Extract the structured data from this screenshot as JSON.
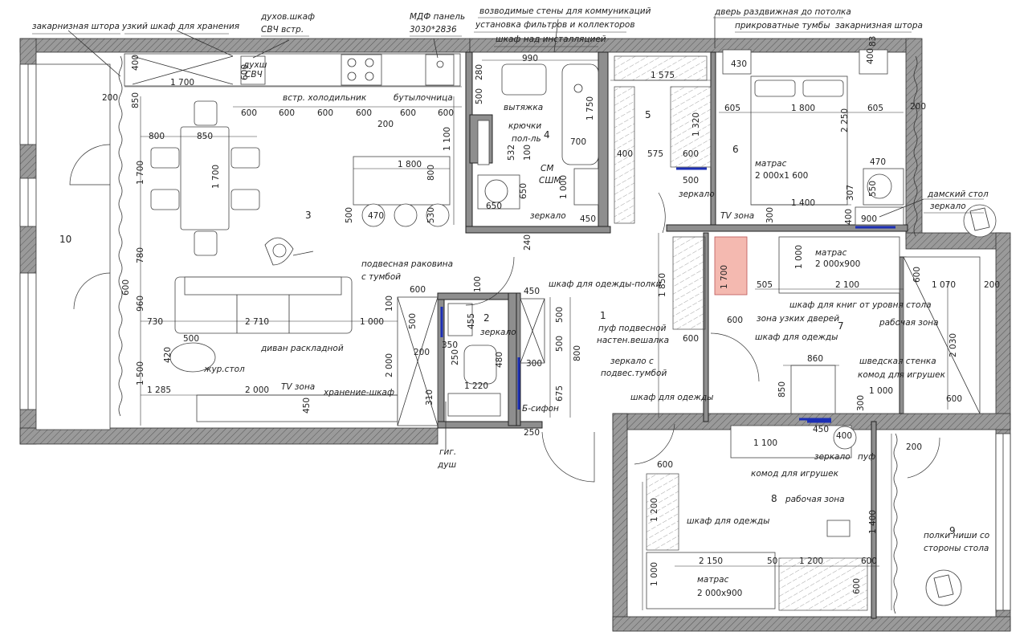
{
  "labels": {
    "curtain_left": "закарнизная штора",
    "narrow_storage": "узкий шкаф для хранения",
    "oven": "духов.шкаф",
    "oven2": "СВЧ встр.",
    "mdf": "МДФ панель",
    "mdf_size": "3030*2836",
    "walls_comm": "возводимые стены для коммуникаций",
    "filters": "установка фильтров и коллекторов",
    "cabinet_install": "шкаф над инсталляцией",
    "sliding_door": "дверь раздвижная до потолка",
    "bedside": "прикроватные тумбы",
    "curtain_right": "закарнизная штора",
    "fridge": "встр. холодильник",
    "bottle": "бутылочница",
    "hood": "вытяжка",
    "hooks": "крючки",
    "towel": "пол-ль",
    "sm": "СМ",
    "dishwasher": "СШМ",
    "mirror_bath": "зеркало",
    "mattress_master": "матрас",
    "mattress_master_size": "2 000x1 600",
    "mirror_bed": "зеркало",
    "ladies_table": "дамский стол",
    "mirror_ladies": "зеркало",
    "tv_zone_bed": "TV зона",
    "hanging_sink": "подвесная раковина",
    "hanging_sink2": "с тумбой",
    "wardrobe_shelves": "шкаф для одежды-полки",
    "mattress_7": "матрас",
    "mattress_7_size": "2 000x900",
    "book_cab": "шкаф для книг от уровня стола",
    "narrow_doors": "зона узких дверей",
    "work_zone_7": "рабочая зона",
    "wardrobe_7": "шкаф для одежды",
    "mirror_wc": "зеркало",
    "pouf": "пуф подвесной",
    "hanger": "настен.вешалка",
    "mirror_hall": "зеркало с",
    "mirror_hall2": "подвес.тумбой",
    "sofa": "диван раскладной",
    "coffee": "жур.стол",
    "tv_zone": "TV зона",
    "storage": "хранение-шкаф",
    "wardrobe_hall": "шкаф для одежды",
    "swedish": "шведская стенка",
    "toys_7": "комод для игрушек",
    "hyg1": "гиг.",
    "hyg2": "душ",
    "siphon": "Б-сифон",
    "mirror_8": "зеркало",
    "pouf_8": "пуф",
    "toys_8": "комод для игрушек",
    "work_zone_8": "рабочая зона",
    "wardrobe_8": "шкаф для одежды",
    "mattress_8": "матрас",
    "mattress_8_size": "2 000x900",
    "shelves_niche": "полки ниши со",
    "shelves_niche2": "стороны стола",
    "oven_box": "духш",
    "oven_box2": "СВЧ"
  },
  "rooms": {
    "r1": "1",
    "r2": "2",
    "r3": "3",
    "r4": "4",
    "r5": "5",
    "r6": "6",
    "r7": "7",
    "r8": "8",
    "r9": "9",
    "r10": "10"
  },
  "dims": {
    "d400": "400",
    "d600": "600",
    "d1700": "1 700",
    "d200": "200",
    "d850": "850",
    "d600a": "600",
    "d600b": "600",
    "d600c": "600",
    "d600d": "600",
    "d600e": "600",
    "d200b": "200",
    "d1100": "1 100",
    "d800": "800",
    "d850b": "850",
    "d1700b": "1 700",
    "d1700c": "1 700",
    "d1800": "1 800",
    "d800b": "800",
    "d500": "500",
    "d470": "470",
    "d530": "530",
    "d780": "780",
    "d960": "960",
    "d730": "730",
    "d2710": "2 710",
    "d1000": "1 000",
    "d500b": "500",
    "d420": "420",
    "d1500": "1 500",
    "d1285": "1 285",
    "d2000": "2 000",
    "d450": "450",
    "d990": "990",
    "d280": "280",
    "d500c": "500",
    "d1750": "1 750",
    "d532": "532",
    "d100": "100",
    "d650": "650",
    "d1000b": "1 000",
    "d240": "240",
    "d650b": "650",
    "d450b": "450",
    "d700": "700",
    "d1575": "1 575",
    "d1320": "1 320",
    "d400b": "400",
    "d575": "575",
    "d600f": "600",
    "d500d": "500",
    "d430": "430",
    "d1800b": "1 800",
    "d605": "605",
    "d605b": "605",
    "d2250": "2 250",
    "d470b": "470",
    "d307": "307",
    "d550": "550",
    "d400c": "400",
    "d900": "900",
    "d200c": "200",
    "d1400": "1 400",
    "d300": "300",
    "d83": "83",
    "d400d": "400",
    "d600g": "600",
    "d100b": "100",
    "d450c": "450",
    "d600h": "600",
    "d500e": "500",
    "d2000b": "2 000",
    "d200d": "200",
    "d455": "455",
    "d350": "350",
    "d250": "250",
    "d480": "480",
    "d1220": "1 220",
    "d310": "310",
    "d250b": "250",
    "d300b": "300",
    "d500f": "500",
    "d500g": "500",
    "d675": "675",
    "d800c": "800",
    "d1850": "1 850",
    "d600i": "600",
    "d1700d": "1 700",
    "d505": "505",
    "d1000c": "1 000",
    "d2100": "2 100",
    "d600j": "600",
    "d1070": "1 070",
    "d200e": "200",
    "d600k": "600",
    "d2030": "2 030",
    "d600l": "600",
    "d860": "860",
    "d850c": "850",
    "d1000d": "1 000",
    "d300c": "300",
    "d450d": "450",
    "d400e": "400",
    "d1100b": "1 100",
    "d600m": "600",
    "d1200": "1 200",
    "d2150": "2 150",
    "d50": "50",
    "d1200b": "1 200",
    "d600n": "600",
    "d1000e": "1 000",
    "d1400b": "1 400",
    "d600o": "600",
    "d200f": "200",
    "d600p": "600",
    "d600q": "600"
  }
}
